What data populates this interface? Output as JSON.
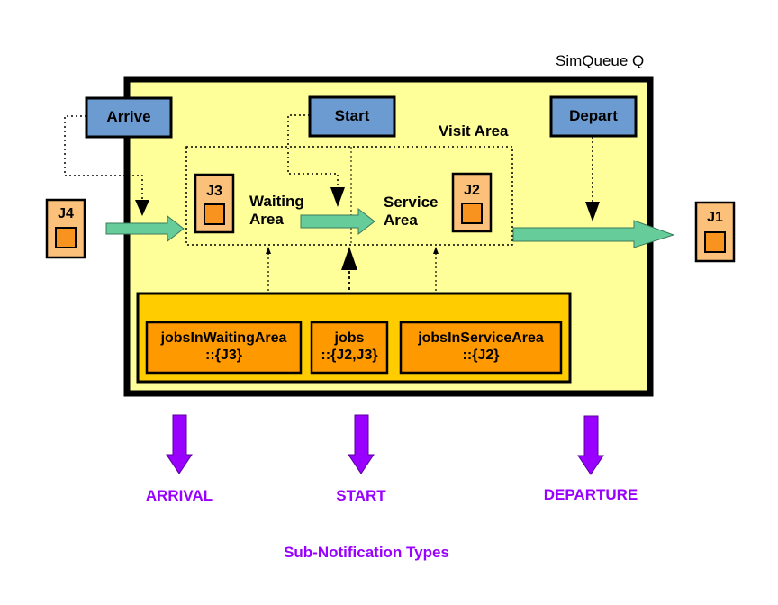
{
  "queue": {
    "title": "SimQueue Q"
  },
  "buttons": {
    "arrive": "Arrive",
    "start": "Start",
    "depart": "Depart"
  },
  "visit_area": {
    "label": "Visit Area"
  },
  "waiting_area": {
    "line1": "Waiting",
    "line2": "Area"
  },
  "service_area": {
    "line1": "Service",
    "line2": "Area"
  },
  "jobs": {
    "j1": "J1",
    "j2": "J2",
    "j3": "J3",
    "j4": "J4"
  },
  "state_vars": {
    "waiting": {
      "name": "jobsInWaitingArea",
      "value": "::{J3}"
    },
    "jobs": {
      "name": "jobs",
      "value": "::{J2,J3}"
    },
    "service": {
      "name": "jobsInServiceArea",
      "value": "::{J2}"
    }
  },
  "notifications": {
    "arrival": "ARRIVAL",
    "start": "START",
    "departure": "DEPARTURE",
    "caption": "Sub-Notification Types"
  },
  "colors": {
    "queue_fill": "#ffff99",
    "button_fill": "#6b9bd1",
    "job_fill": "#fbc07a",
    "job_inner": "#f7931e",
    "state_outer": "#ffcc00",
    "state_inner": "#ff9900",
    "flow_arrow": "#66cc99",
    "notify": "#9900ff"
  }
}
